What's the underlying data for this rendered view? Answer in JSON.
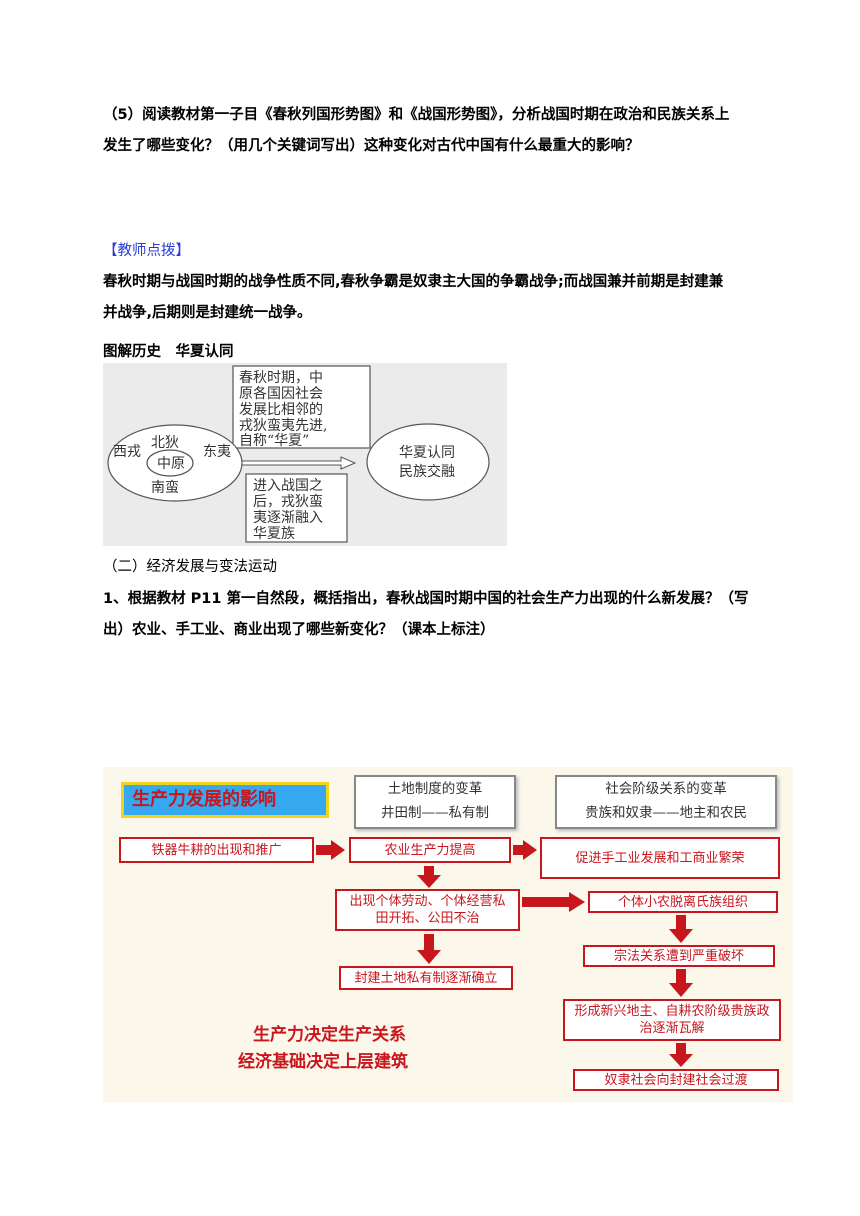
{
  "q5": {
    "line1": "（5）阅读教材第一子目《春秋列国形势图》和《战国形势图》，分析战国时期在政治和民族关系上",
    "line2": "发生了哪些变化？（用几个关键词写出）这种变化对古代中国有什么最重大的影响？"
  },
  "teacher": {
    "label": "【教师点拨】",
    "line1": "春秋时期与战国时期的战争性质不同,春秋争霸是奴隶主大国的争霸战争;而战国兼并前期是封建兼",
    "line2": "并战争,后期则是封建统一战争。"
  },
  "figure1": {
    "caption": "图解历史　华夏认同",
    "top_box": [
      "春秋时期，中",
      "原各国因社会",
      "发展比相邻的",
      "戎狄蛮夷先进,",
      "自称“华夏”"
    ],
    "bottom_box": [
      "进入战国之",
      "后，戎狄蛮",
      "夷逐渐融入",
      "华夏族"
    ],
    "north": "北狄",
    "west": "西戎",
    "east": "东夷",
    "south": "南蛮",
    "center": "中原",
    "right": [
      "华夏认同",
      "民族交融"
    ]
  },
  "section2": {
    "heading": "（二）经济发展与变法运动",
    "q1_line1": "1、根据教材 P11 第一自然段，概括指出，春秋战国时期中国的社会生产力出现的什么新发展？（写",
    "q1_line2": "出）农业、手工业、商业出现了哪些新变化？（课本上标注）"
  },
  "figure2": {
    "title": "生产力发展的影响",
    "land": [
      "土地制度的变革",
      "井田制——私有制"
    ],
    "class": [
      "社会阶级关系的变革",
      "贵族和奴隶——地主和农民"
    ],
    "b1": "铁器牛耕的出现和推广",
    "b2": "农业生产力提高",
    "b3": "促进手工业发展和工商业繁荣",
    "b4": "出现个体劳动、个体经营私田开拓、公田不治",
    "b5": "个体小农脱离氏族组织",
    "b6": "封建土地私有制逐渐确立",
    "b7": "宗法关系遭到严重破坏",
    "b8": "形成新兴地主、自耕农阶级贵族政治逐渐瓦解",
    "b9": "奴隶社会向封建社会过渡",
    "slogan1": "生产力决定生产关系",
    "slogan2": "经济基础决定上层建筑",
    "colors": {
      "red": "#c8161d",
      "title_bg": "#36a8f0",
      "title_border": "#f2d31b"
    }
  }
}
